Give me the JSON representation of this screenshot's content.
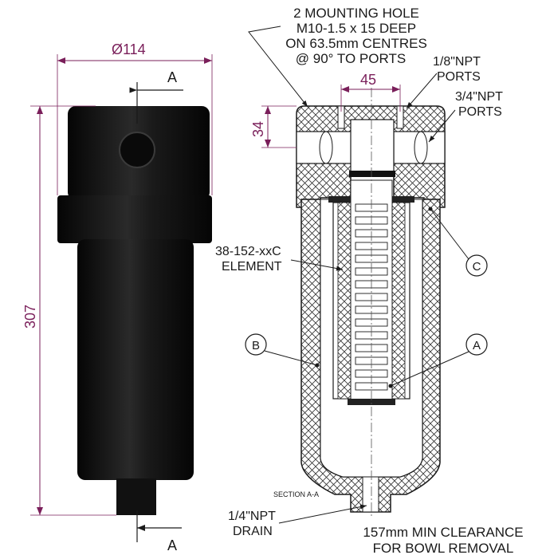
{
  "dimensions": {
    "diameter": "Ø114",
    "height": "307",
    "port_spacing": "45",
    "head_height": "34"
  },
  "section_markers": {
    "top": "A",
    "bottom": "A",
    "section_label": "SECTION A-A"
  },
  "callouts": {
    "mounting_line1": "2 MOUNTING HOLE",
    "mounting_line2": "M10-1.5 x 15 DEEP",
    "mounting_line3": "ON 63.5mm CENTRES",
    "mounting_line4": "@ 90° TO PORTS",
    "npt18_line1": "1/8\"NPT",
    "npt18_line2": "PORTS",
    "npt34_line1": "3/4\"NPT",
    "npt34_line2": "PORTS",
    "element_line1": "38-152-xxC",
    "element_line2": "ELEMENT",
    "drain_line1": "1/4\"NPT",
    "drain_line2": "DRAIN",
    "clearance_line1": "157mm MIN CLEARANCE",
    "clearance_line2": "FOR BOWL REMOVAL"
  },
  "balloons": {
    "a": "A",
    "b": "B",
    "c": "C"
  },
  "colors": {
    "dimension": "#7a1f5a",
    "body": "#121212",
    "outline": "#1a1a1a"
  }
}
